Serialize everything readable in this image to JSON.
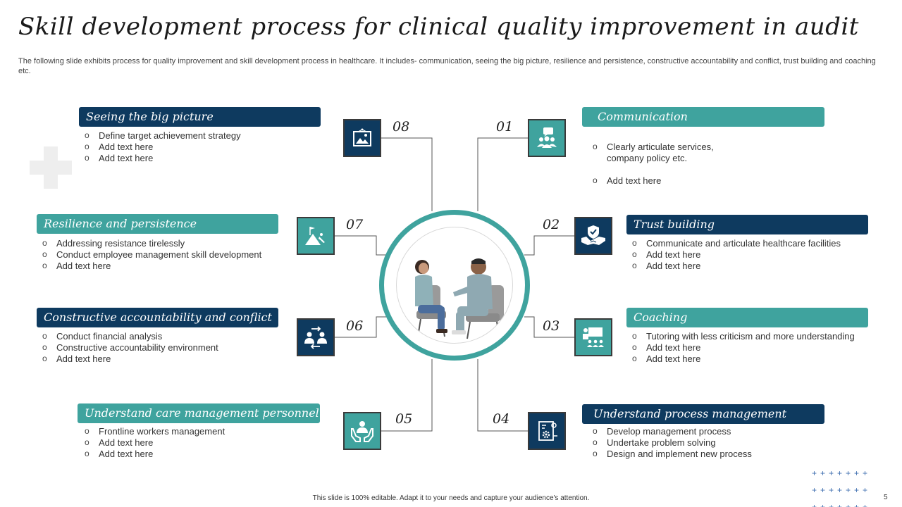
{
  "title": "Skill development process for clinical quality improvement in audit",
  "subtitle": "The following slide exhibits process for quality improvement and skill development process in healthcare. It includes- communication, seeing the big picture, resilience and persistence, constructive accountability and conflict, trust building and coaching etc.",
  "steps": [
    {
      "num": "01",
      "heading": "Communication",
      "color": "#3fa39e",
      "icon": "presentation-people-icon",
      "bullets": [
        "Clearly articulate services,\ncompany policy etc.",
        "Add text here"
      ]
    },
    {
      "num": "02",
      "heading": "Trust building",
      "color": "#0e3a5f",
      "icon": "handshake-shield-icon",
      "bullets": [
        "Communicate and articulate healthcare facilities",
        "Add text here",
        "Add text here"
      ]
    },
    {
      "num": "03",
      "heading": "Coaching",
      "color": "#3fa39e",
      "icon": "coaching-board-icon",
      "bullets": [
        "Tutoring with less criticism and more understanding",
        "Add text here",
        "Add text here"
      ]
    },
    {
      "num": "04",
      "heading": "Understand process management",
      "color": "#0e3a5f",
      "icon": "process-gear-icon",
      "bullets": [
        "Develop management process",
        "Undertake problem solving",
        "Design and implement new process"
      ]
    },
    {
      "num": "05",
      "heading": "Understand care management personnel",
      "color": "#3fa39e",
      "icon": "caring-hands-person-icon",
      "bullets": [
        "Frontline workers management",
        "Add text here",
        "Add text here"
      ]
    },
    {
      "num": "06",
      "heading": "Constructive accountability and conflict",
      "color": "#0e3a5f",
      "icon": "people-exchange-icon",
      "bullets": [
        "Conduct financial analysis",
        "Constructive accountability environment",
        "Add text here"
      ]
    },
    {
      "num": "07",
      "heading": "Resilience and persistence",
      "color": "#3fa39e",
      "icon": "mountain-climber-icon",
      "bullets": [
        "Addressing resistance tirelessly",
        "Conduct employee management skill development",
        "Add text here"
      ]
    },
    {
      "num": "08",
      "heading": "Seeing the big picture",
      "color": "#0e3a5f",
      "icon": "picture-frame-icon",
      "bullets": [
        "Define target achievement strategy",
        "Add text here",
        "Add text here"
      ]
    }
  ],
  "footer": "This slide is 100% editable. Adapt it to your needs and capture your audience's attention.",
  "page_number": "5"
}
